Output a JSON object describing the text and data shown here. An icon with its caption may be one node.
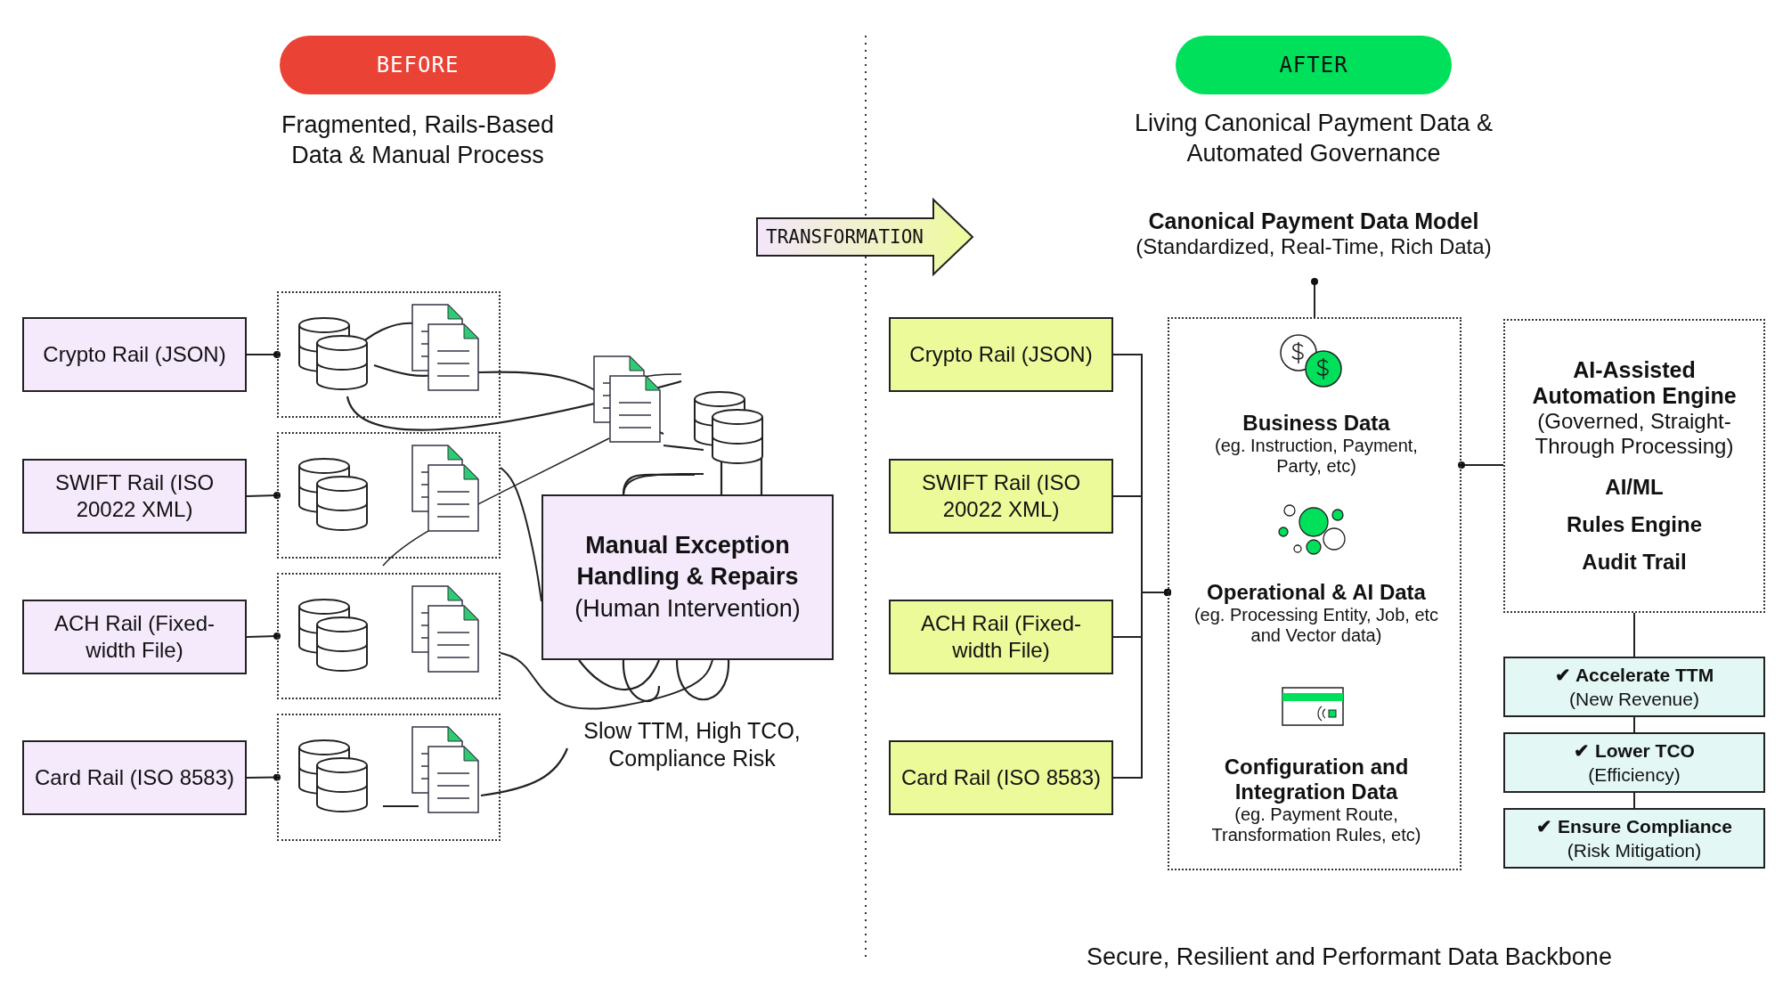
{
  "diagram": {
    "nodes": [
      {
        "text": [
          "BEFORE"
        ],
        "beside": [
          "Fragmented, Rails-Based Data & Manual Process"
        ]
      },
      {
        "text": [
          "AFTER"
        ],
        "beside": [
          "Living Canonical Payment Data & Automated Governance"
        ]
      },
      {
        "text": [
          "TRANSFORMATION"
        ]
      },
      {
        "text": [
          "Crypto Rail (JSON)"
        ]
      },
      {
        "text": [
          "SWIFT Rail (ISO 20022 XML)"
        ]
      },
      {
        "text": [
          "ACH Rail (Fixed-width File)"
        ]
      },
      {
        "text": [
          "Card Rail (ISO 8583)"
        ]
      },
      {
        "text": [],
        "shape": "box"
      },
      {
        "text": [],
        "shape": "box"
      },
      {
        "text": [],
        "shape": "box"
      },
      {
        "text": [],
        "shape": "box"
      },
      {
        "text": [
          "Manual Exception Handling & Repairs",
          "(Human Intervention)"
        ]
      },
      {
        "text": [
          "Canonical Payment Data Model",
          "(Standardized, Real-Time, Rich Data)"
        ]
      },
      {
        "text": [
          "Crypto Rail (JSON)"
        ]
      },
      {
        "text": [
          "SWIFT Rail (ISO 20022 XML)"
        ]
      },
      {
        "text": [
          "ACH Rail (Fixed-width File)"
        ]
      },
      {
        "text": [
          "Card Rail (ISO 8583)"
        ]
      },
      {
        "text": [],
        "shape": "box"
      },
      {
        "text": [
          "Business Data",
          "(eg. Instruction, Payment, Party, etc)"
        ],
        "in": 17
      },
      {
        "text": [
          "Operational & AI Data",
          "(eg. Processing Entity, Job, etc and Vector data)"
        ],
        "in": 17
      },
      {
        "text": [
          "Configuration and Integration Data",
          "(eg. Payment Route, Transformation Rules, etc)"
        ],
        "in": 17
      },
      {
        "text": [
          "AI-Assisted Automation Engine",
          "(Governed, Straight-Through Processing)",
          "AI/ML",
          "Rules Engine",
          "Audit Trail"
        ]
      },
      {
        "text": [
          "✔ Accelerate TTM",
          "(New Revenue)"
        ]
      },
      {
        "text": [
          "✔ Lower TCO",
          "(Efficiency)"
        ]
      },
      {
        "text": [
          "✔ Ensure Compliance",
          "(Risk Mitigation)"
        ]
      }
    ],
    "edges": [
      {
        "from": 3,
        "to": 7,
        "arrow": "other"
      },
      {
        "from": 4,
        "to": 8,
        "arrow": "other"
      },
      {
        "from": 5,
        "to": 9,
        "arrow": "other"
      },
      {
        "from": 6,
        "to": 10,
        "arrow": "other"
      },
      {
        "from": 8,
        "to": 11,
        "arrow": "none"
      },
      {
        "from": 9,
        "to": 11,
        "arrow": "none"
      },
      {
        "from": 13,
        "to": 17,
        "arrow": "other"
      },
      {
        "from": 14,
        "to": 17,
        "arrow": "other"
      },
      {
        "from": 15,
        "to": 17,
        "arrow": "other"
      },
      {
        "from": 16,
        "to": 17,
        "arrow": "other"
      },
      {
        "from": 17,
        "to": 12,
        "arrow": "other"
      },
      {
        "from": 21,
        "to": 17,
        "arrow": "other"
      },
      {
        "from": 21,
        "to": 22,
        "arrow": "none"
      },
      {
        "from": 22,
        "to": 23,
        "arrow": "none"
      },
      {
        "from": 23,
        "to": 24,
        "arrow": "none"
      }
    ],
    "labels": [
      "Slow TTM, High TCO, Compliance Risk",
      "Secure, Resilient and Performant Data Backbone"
    ]
  }
}
